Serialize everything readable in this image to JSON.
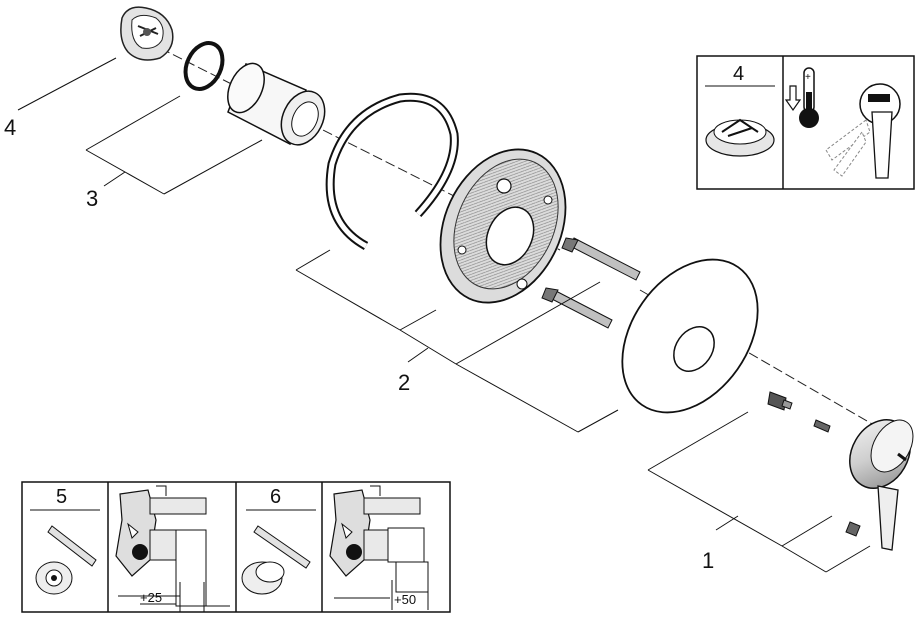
{
  "labels": {
    "part_1": "1",
    "part_2": "2",
    "part_3": "3",
    "part_4": "4"
  },
  "inset_top": {
    "box_number": "4"
  },
  "inset_bottom": {
    "left_number": "5",
    "left_dimension": "+25",
    "right_number": "6",
    "right_dimension": "+50"
  }
}
